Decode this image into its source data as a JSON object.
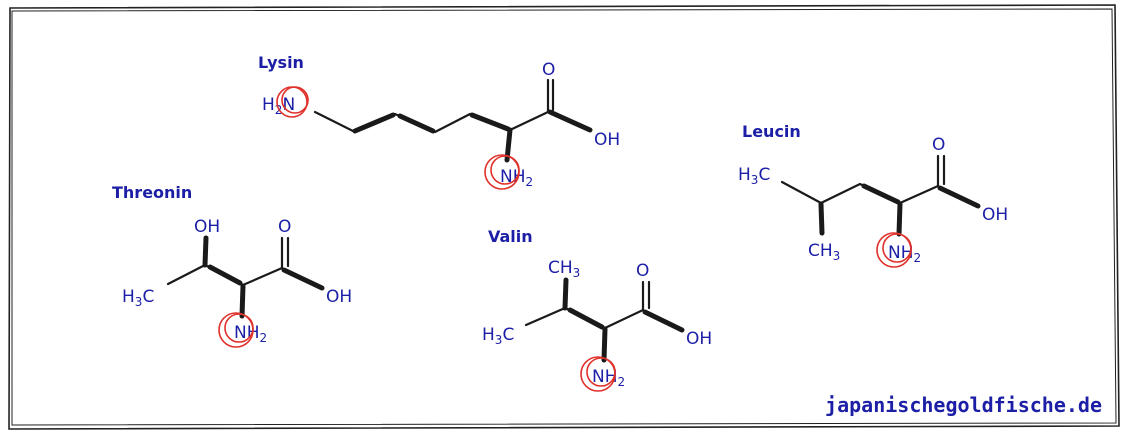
{
  "amino_acids": {
    "lysin": {
      "name": "Lysin",
      "amine_side": {
        "base": "H",
        "sub": "2",
        "tail": "N"
      },
      "carbonyl_o": "O",
      "hydroxyl": "OH",
      "amine": {
        "base": "NH",
        "sub": "2"
      }
    },
    "threonin": {
      "name": "Threonin",
      "hydroxyl_side": "OH",
      "methyl": {
        "base": "H",
        "sub": "3",
        "tail": "C"
      },
      "carbonyl_o": "O",
      "hydroxyl": "OH",
      "amine": {
        "base": "NH",
        "sub": "2"
      }
    },
    "valin": {
      "name": "Valin",
      "methyl_top": {
        "base": "CH",
        "sub": "3"
      },
      "methyl_left": {
        "base": "H",
        "sub": "3",
        "tail": "C"
      },
      "carbonyl_o": "O",
      "hydroxyl": "OH",
      "amine": {
        "base": "NH",
        "sub": "2"
      }
    },
    "leucin": {
      "name": "Leucin",
      "methyl_top": {
        "base": "H",
        "sub": "3",
        "tail": "C"
      },
      "methyl_bottom": {
        "base": "CH",
        "sub": "3"
      },
      "carbonyl_o": "O",
      "hydroxyl": "OH",
      "amine": {
        "base": "NH",
        "sub": "2"
      }
    }
  },
  "watermark": "japanischegoldfische.de",
  "colors": {
    "label": "#1c1fa6",
    "highlight": "#e0312b",
    "bond": "#1a1a1a"
  }
}
